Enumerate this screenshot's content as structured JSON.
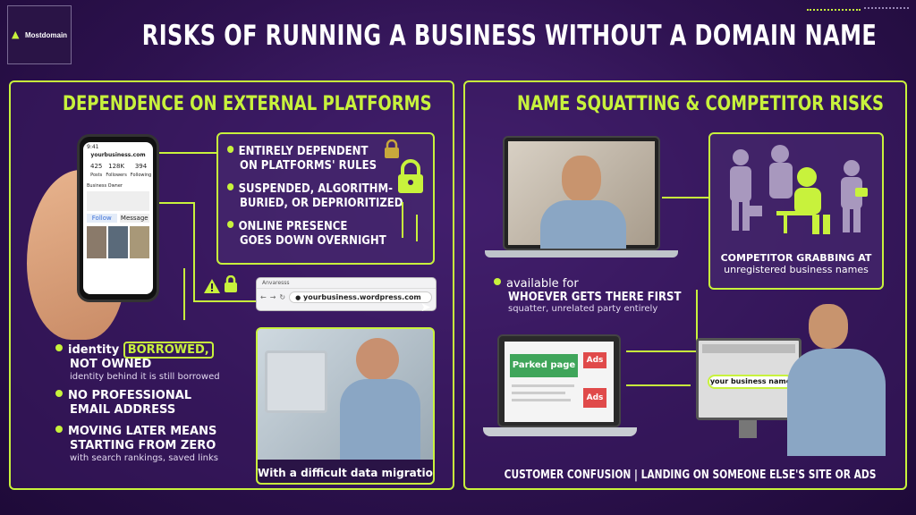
{
  "brand": {
    "name": "Mostdomain",
    "accent": "#c8f23c"
  },
  "title": "RISKS OF RUNNING A BUSINESS WITHOUT A DOMAIN NAME",
  "left_panel": {
    "title": "DEPENDENCE ON EXTERNAL PLATFORMS",
    "phone": {
      "time": "9:41",
      "handle": "yourbusiness.com",
      "stats": [
        {
          "value": "425",
          "label": "Posts"
        },
        {
          "value": "128K",
          "label": "Followers"
        },
        {
          "value": "394",
          "label": "Following"
        }
      ],
      "name": "Business Owner",
      "follow": "Follow",
      "message": "Message"
    },
    "rules_box": [
      {
        "line1": "ENTIRELY DEPENDENT",
        "line2": "ON PLATFORMS' RULES"
      },
      {
        "line1": "SUSPENDED, ALGORITHM-",
        "line2": "BURIED, OR DEPRIORITIZED"
      },
      {
        "line1": "ONLINE PRESENCE",
        "line2": "GOES DOWN OVERNIGHT"
      }
    ],
    "browser": {
      "tab": "Anvaresss",
      "url": "yourbusiness.wordpress.com"
    },
    "bullets": [
      {
        "pre": "identity ",
        "highlight": "BORROWED,",
        "line2": "NOT OWNED",
        "sub": "identity behind it is still borrowed"
      },
      {
        "line1": "NO PROFESSIONAL",
        "line2": "EMAIL ADDRESS"
      },
      {
        "line1": "MOVING LATER MEANS",
        "line2": "STARTING FROM ZERO",
        "sub": "with search rankings, saved links"
      }
    ],
    "photo_caption": "With a difficult data migration"
  },
  "right_panel": {
    "title": "NAME SQUATTING & COMPETITOR RISKS",
    "competitor_caption_1": "COMPETITOR GRABBING AT",
    "competitor_caption_2": "unregistered business names",
    "available": {
      "line1": "available for",
      "line2": "WHOEVER GETS THERE FIRST",
      "sub": "squatter, unrelated party entirely"
    },
    "parked": {
      "label": "Parked page",
      "ads1": "Ads",
      "ads2": "Ads"
    },
    "search_text": "your business name",
    "bottom_caption": "CUSTOMER CONFUSION | LANDING ON SOMEONE ELSE'S SITE OR ADS"
  }
}
